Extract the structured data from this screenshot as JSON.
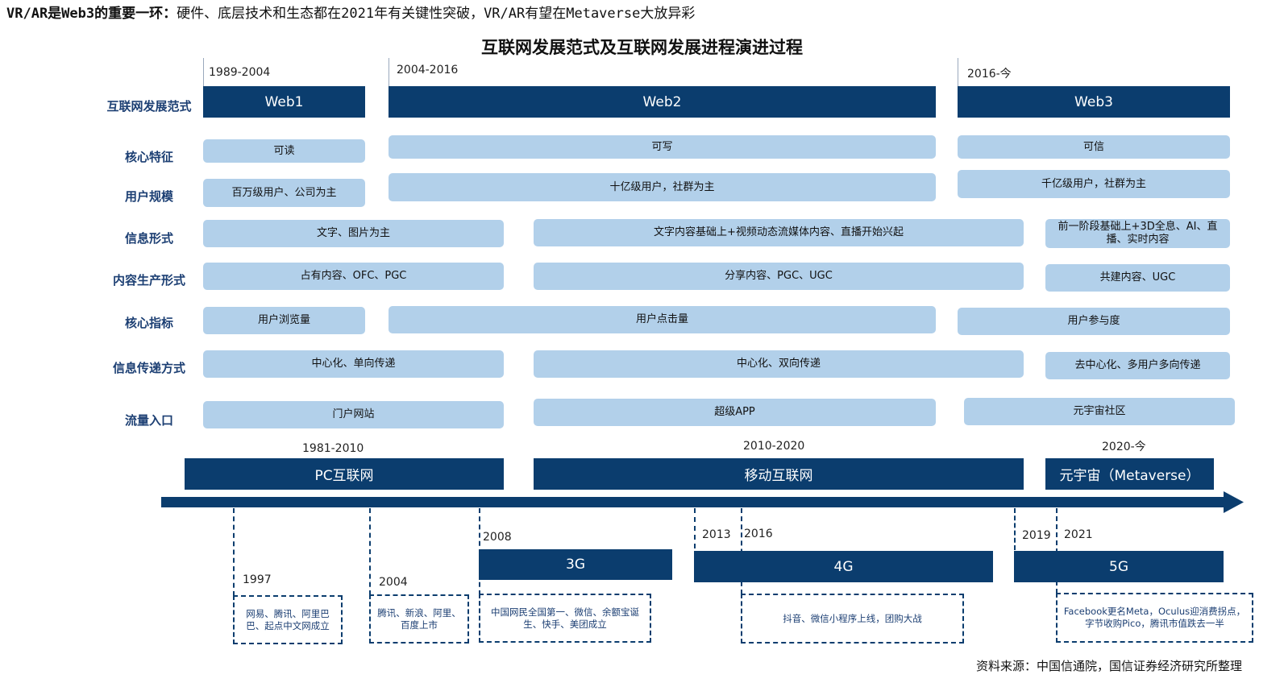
{
  "headline": {
    "bold": "VR/AR是Web3的重要一环：",
    "rest": "硬件、底层技术和生态都在2021年有关键性突破，VR/AR有望在Metaverse大放异彩"
  },
  "title": "互联网发展范式及互联网发展进程演进过程",
  "row_labels": [
    "互联网发展范式",
    "核心特征",
    "用户规模",
    "信息形式",
    "内容生产形式",
    "核心指标",
    "信息传递方式",
    "流量入口"
  ],
  "paradigms": [
    {
      "years": "1989-2004",
      "name": "Web1"
    },
    {
      "years": "2004-2016",
      "name": "Web2"
    },
    {
      "years": "2016-今",
      "name": "Web3"
    }
  ],
  "features": {
    "core": [
      "可读",
      "可写",
      "可信"
    ],
    "users": [
      "百万级用户、公司为主",
      "十亿级用户，社群为主",
      "千亿级用户，社群为主"
    ],
    "info_form": [
      "文字、图片为主",
      "文字内容基础上+视频动态流媒体内容、直播开始兴起",
      "前一阶段基础上+3D全息、AI、直播、实时内容"
    ],
    "content_production": [
      "占有内容、OFC、PGC",
      "分享内容、PGC、UGC",
      "共建内容、UGC"
    ],
    "core_metric": [
      "用户浏览量",
      "用户点击量",
      "用户参与度"
    ],
    "transmission": [
      "中心化、单向传递",
      "中心化、双向传递",
      "去中心化、多用户多向传递"
    ],
    "traffic_entry": [
      "门户网站",
      "超级APP",
      "元宇宙社区"
    ]
  },
  "eras": [
    {
      "years": "1981-2010",
      "name": "PC互联网"
    },
    {
      "years": "2010-2020",
      "name": "移动互联网"
    },
    {
      "years": "2020-今",
      "name": "元宇宙（Metaverse）"
    }
  ],
  "generations": [
    {
      "years": "2008",
      "name": "3G"
    },
    {
      "years": "2013",
      "name": "4G"
    },
    {
      "years": "2019",
      "name": "5G"
    }
  ],
  "events": [
    {
      "year": "1997",
      "text": "网易、腾讯、阿里巴巴、起点中文网成立"
    },
    {
      "year": "2004",
      "text": "腾讯、新浪、阿里、百度上市"
    },
    {
      "year": "2008",
      "text": "中国网民全国第一、微信、余额宝诞生、快手、美团成立"
    },
    {
      "year": "2016",
      "text": "抖音、微信小程序上线，团购大战"
    },
    {
      "year": "2021",
      "text": "Facebook更名Meta，Oculus迎消费拐点，字节收购Pico，腾讯市值跌去一半"
    }
  ],
  "source": "资料来源：中国信通院，国信证券经济研究所整理",
  "colors": {
    "dark_blue": "#0b3d6e",
    "light_blue": "#b2d0ea",
    "label_blue": "#1c3f73"
  }
}
